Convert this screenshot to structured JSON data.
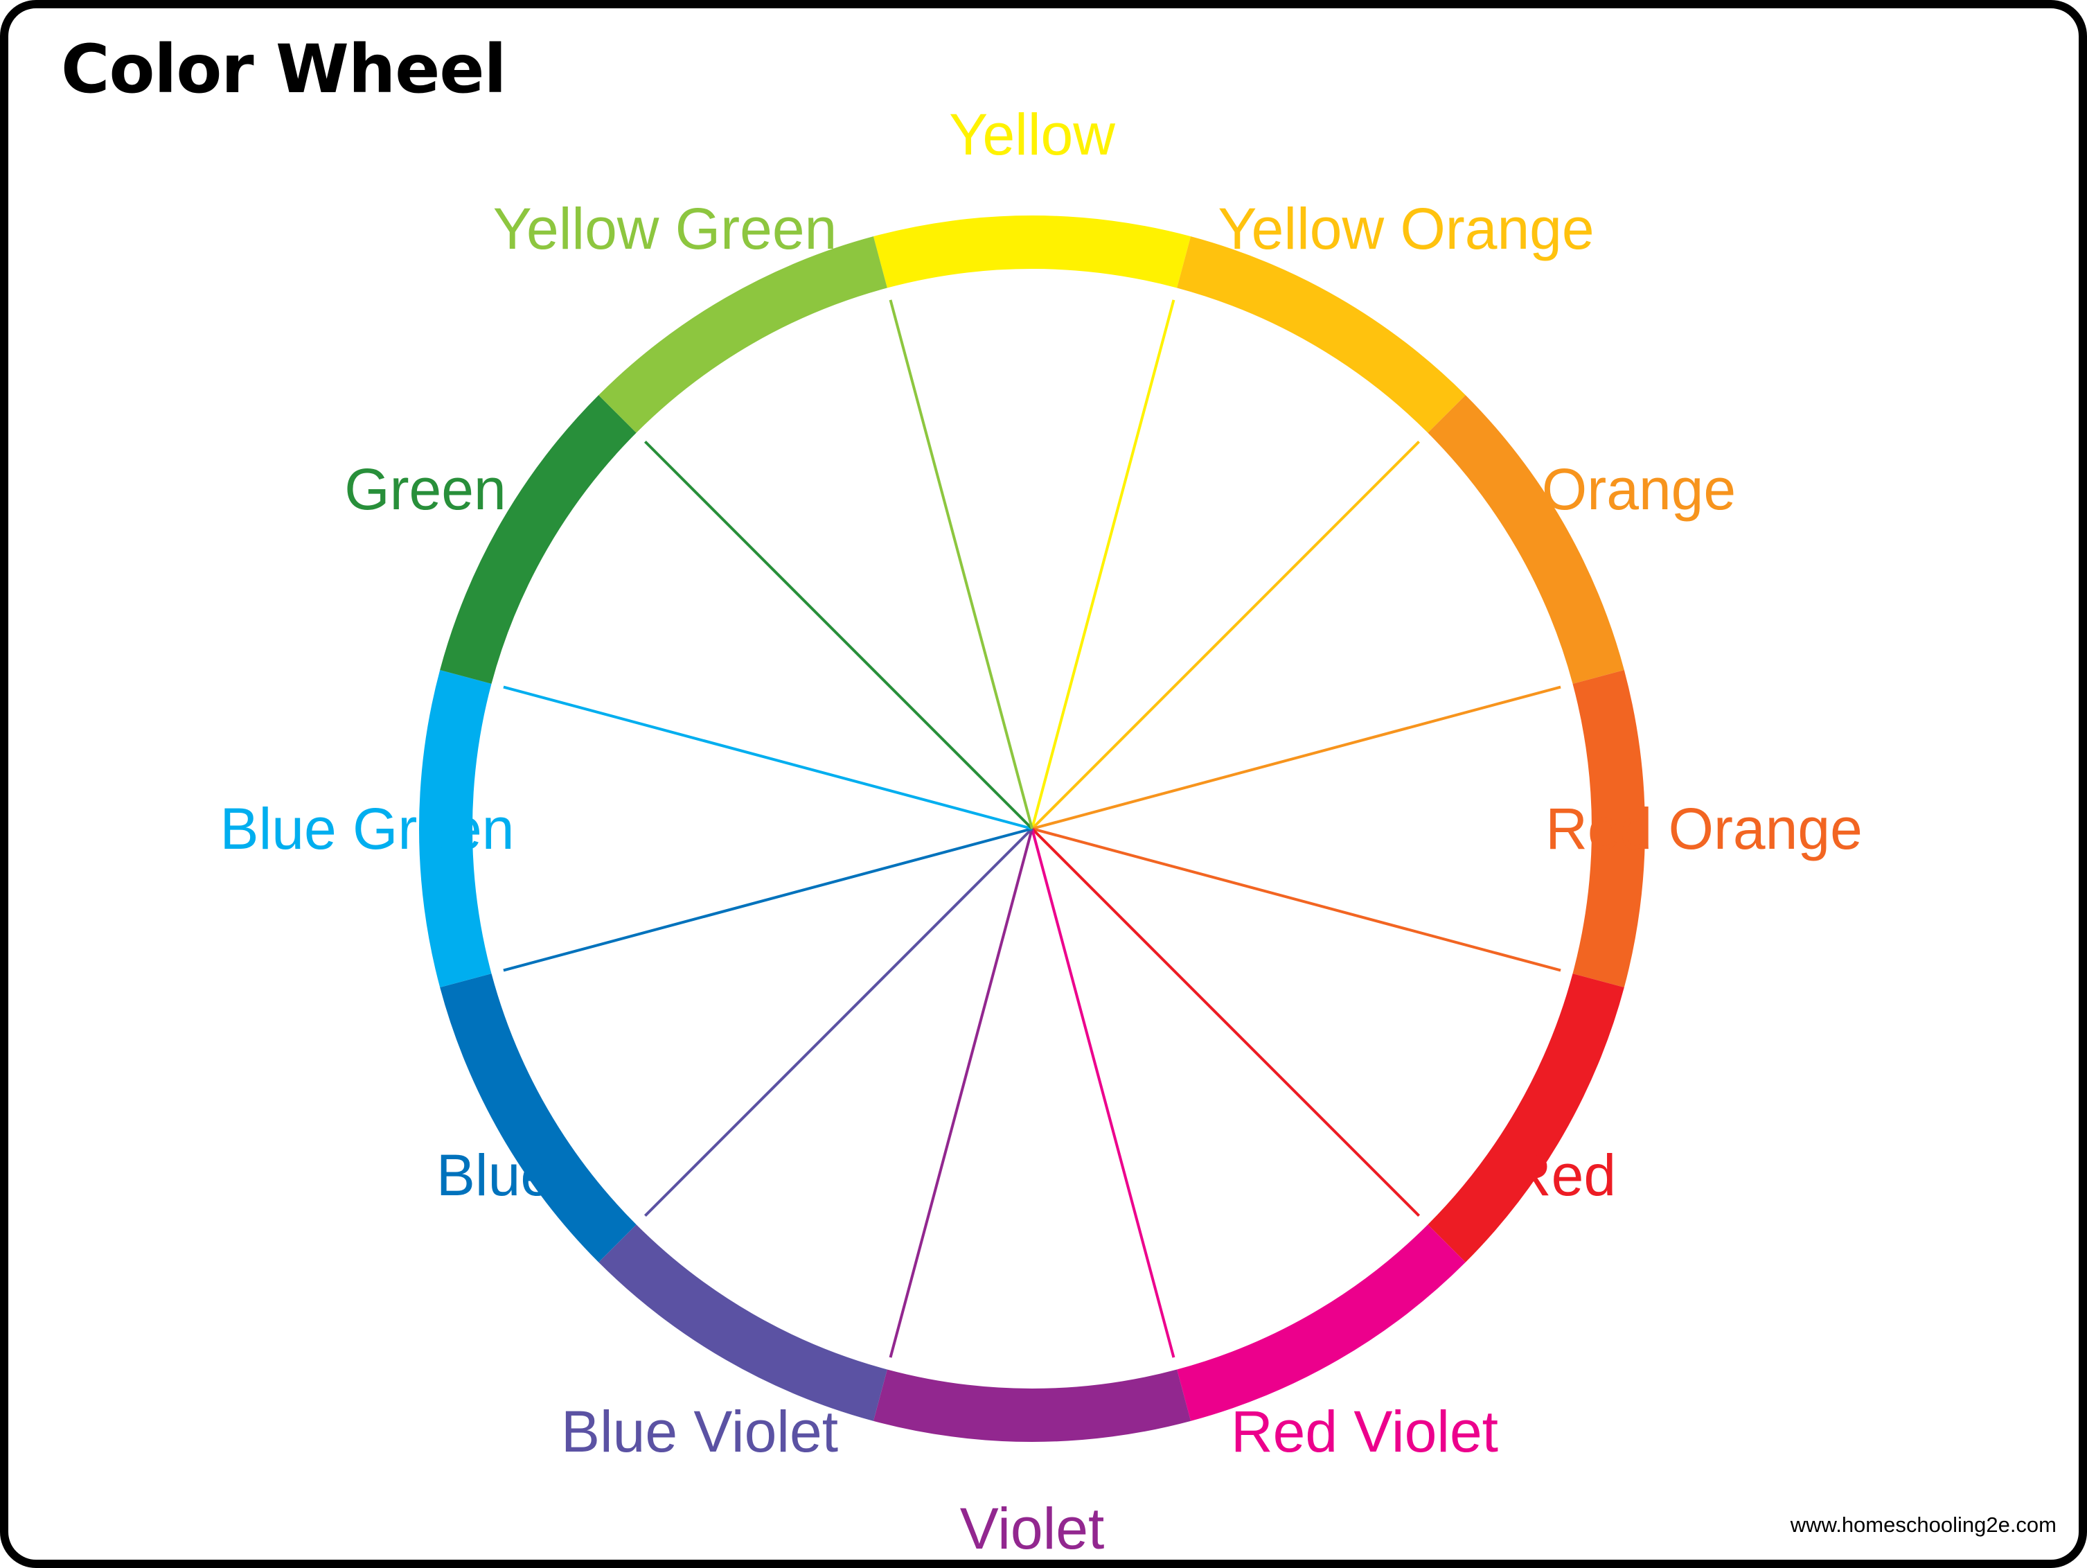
{
  "title": "Color Wheel",
  "footer": "www.homeschooling2e.com",
  "colors": [
    {
      "name": "Yellow",
      "hex": "#FFF200"
    },
    {
      "name": "Yellow Orange",
      "hex": "#FFC20E"
    },
    {
      "name": "Orange",
      "hex": "#F7941D"
    },
    {
      "name": "Red Orange",
      "hex": "#F26522"
    },
    {
      "name": "Red",
      "hex": "#ED1C24"
    },
    {
      "name": "Red Violet",
      "hex": "#EC008C"
    },
    {
      "name": "Violet",
      "hex": "#92278F"
    },
    {
      "name": "Blue Violet",
      "hex": "#5B52A3"
    },
    {
      "name": "Blue",
      "hex": "#0072BC"
    },
    {
      "name": "Blue Green",
      "hex": "#00AEEF"
    },
    {
      "name": "Green",
      "hex": "#288F3A"
    },
    {
      "name": "Yellow Green",
      "hex": "#8DC63F"
    }
  ]
}
